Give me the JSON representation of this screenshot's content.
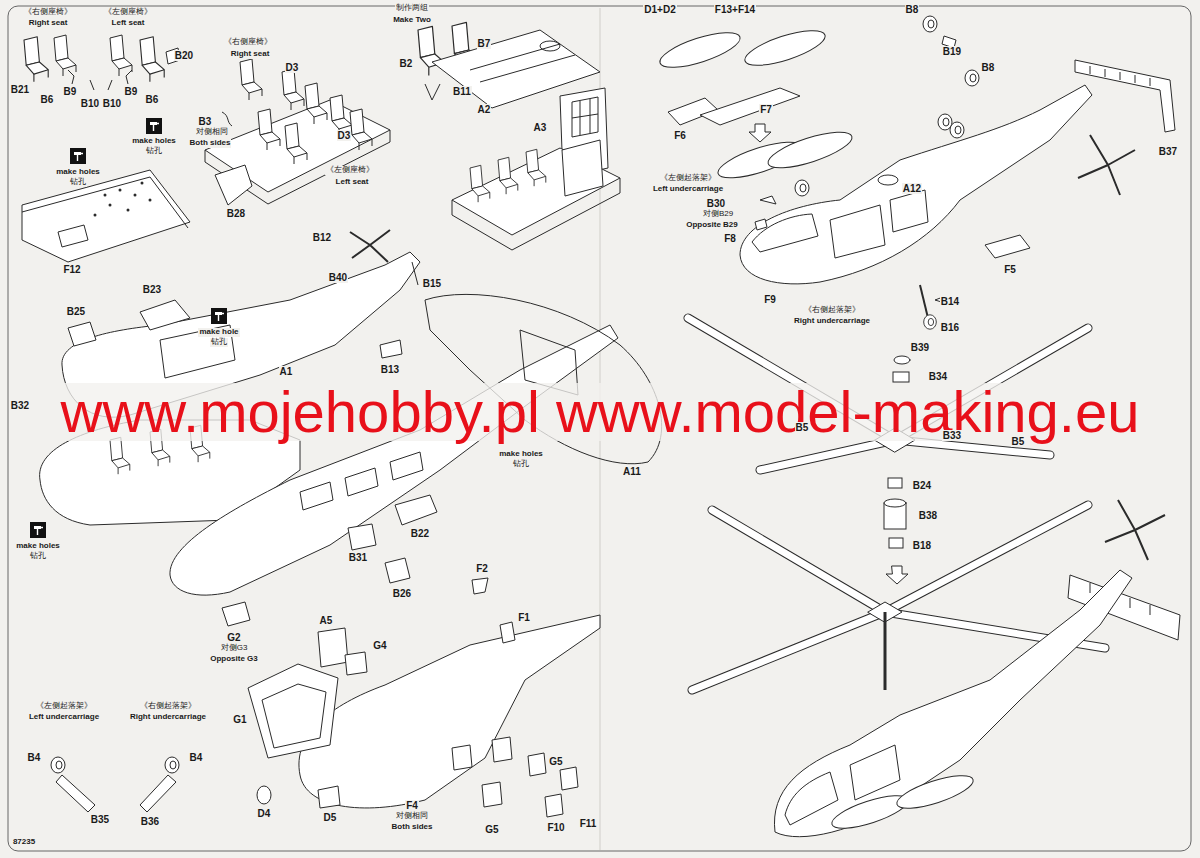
{
  "diagram": {
    "labels": [
      "《右侧座椅》",
      "Right seat",
      "《左侧座椅》",
      "Left seat",
      "B20",
      "B21",
      "B6",
      "B9",
      "B10",
      "B10",
      "B9",
      "B6",
      "make holes",
      "钻孔",
      "make holes",
      "钻孔",
      "F12",
      "《右侧座椅》",
      "Right seat",
      "D3",
      "B3",
      "对侧相同",
      "Both sides",
      "D3",
      "《左侧座椅》",
      "Left seat",
      "B28",
      "制作两组",
      "Make Two",
      "B7",
      "B2",
      "B11",
      "A2",
      "A3",
      "D1+D2",
      "F13+F14",
      "F6",
      "F7",
      "《左侧起落架》",
      "Left undercarriage",
      "B30",
      "对侧B29",
      "Opposite B29",
      "F8",
      "F9",
      "B8",
      "B19",
      "B8",
      "A12",
      "B37",
      "F5",
      "B14",
      "B16",
      "《右侧起落架》",
      "Right undercarriage",
      "B12",
      "B40",
      "B15",
      "B23",
      "make hole",
      "钻孔",
      "B25",
      "B13",
      "B32",
      "A1",
      "www.mojehobby.pl www.model-making.eu",
      "make holes",
      "钻孔",
      "A11",
      "B22",
      "B31",
      "B26",
      "make holes",
      "钻孔",
      "G2",
      "对侧G3",
      "Opposite G3",
      "F2",
      "F1",
      "A5",
      "G4",
      "G1",
      "《左侧起落架》",
      "Left undercarriage",
      "《右侧起落架》",
      "Right undercarriage",
      "B4",
      "B4",
      "B35",
      "B36",
      "D4",
      "D5",
      "F4",
      "对侧相同",
      "Both sides",
      "G5",
      "G5",
      "F10",
      "F11",
      "87235",
      "B39",
      "B34",
      "B5",
      "B33",
      "B5",
      "B24",
      "B38",
      "B18"
    ]
  }
}
